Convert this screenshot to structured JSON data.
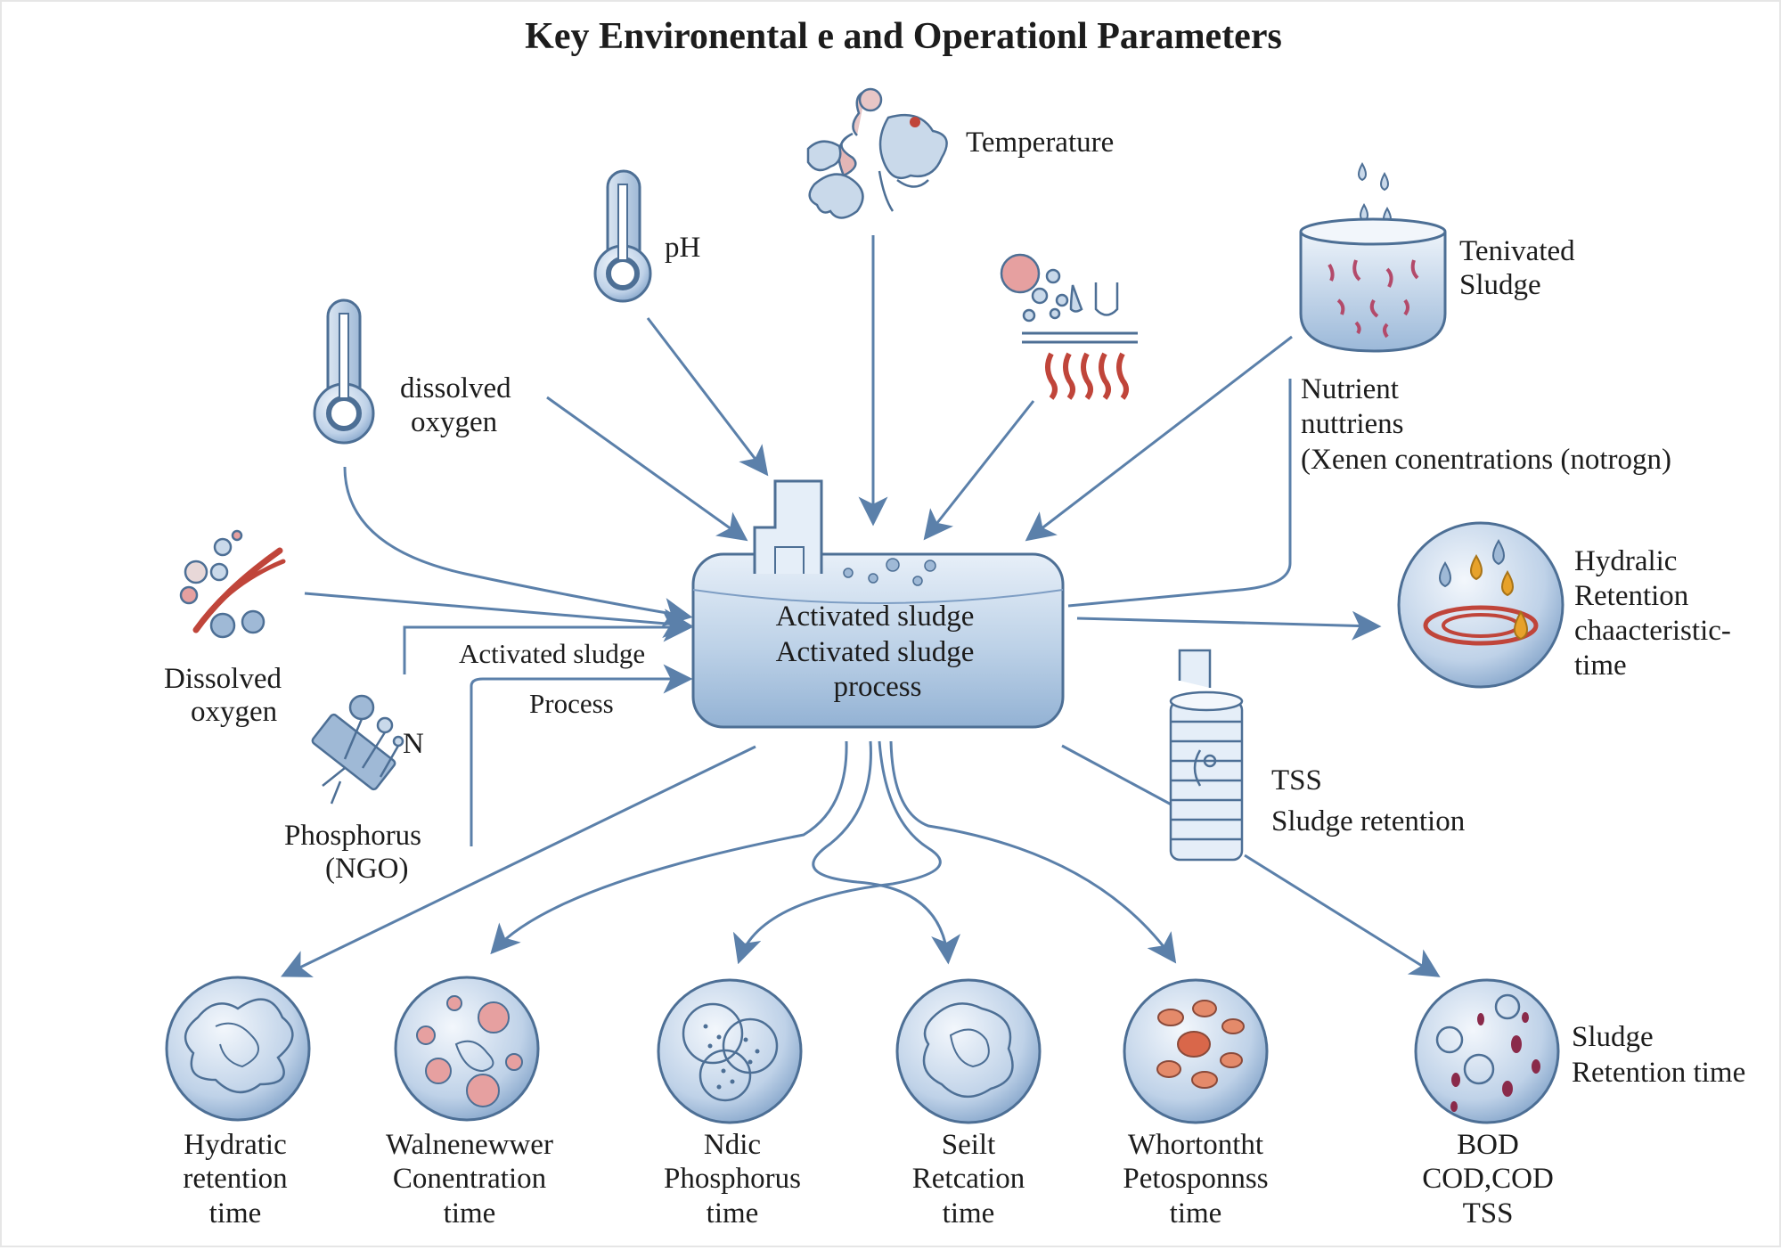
{
  "title": "Key Environental e and Operationl Parameters",
  "center": {
    "line1": "Activated sludge",
    "line2": "Activated sludge",
    "line3": "process"
  },
  "inputs": {
    "temperature": "Temperature",
    "ph": "pH",
    "dissolved_oxygen_top": [
      "dissolved",
      "oxygen"
    ],
    "activated_sludge_tank": [
      "Tenivated",
      "Sludge"
    ],
    "nutrient": [
      "Nutrient",
      "nuttriens",
      "(Xenen conentrations (notrogn)"
    ],
    "dissolved_oxygen_left": [
      "Dissolved",
      "oxygen"
    ],
    "nitrogen_n": "N",
    "phosphorus": [
      "Phosphorus",
      "(NGO)"
    ],
    "side_label_1": "Activated sludge",
    "side_label_2": "Process"
  },
  "outputs": {
    "hydraulic_right": [
      "Hydralic",
      "Retention",
      "chaacteristic-",
      "time"
    ],
    "tss_right": [
      "TSS",
      "Sludge retention"
    ]
  },
  "bottom": [
    {
      "lines": [
        "Hydratic",
        "retention",
        "time"
      ]
    },
    {
      "lines": [
        "Walnenewwer",
        "Conentration",
        "time"
      ]
    },
    {
      "lines": [
        "Ndic",
        "Phosphorus",
        "time"
      ]
    },
    {
      "lines": [
        "Seilt",
        "Retcation",
        "time"
      ]
    },
    {
      "lines": [
        "Whortontht",
        "Petosponnss",
        "time"
      ]
    },
    {
      "lines": [
        "BOD",
        "COD,COD",
        "TSS"
      ]
    }
  ],
  "sludge_retention_label": [
    "Sludge",
    "Retention time"
  ],
  "colors": {
    "arrow": "#5b80aa",
    "icon_fill": "#c9d9ea",
    "icon_stroke": "#4d6f95",
    "accent_red": "#c0453a",
    "accent_orange": "#e7a22a"
  }
}
